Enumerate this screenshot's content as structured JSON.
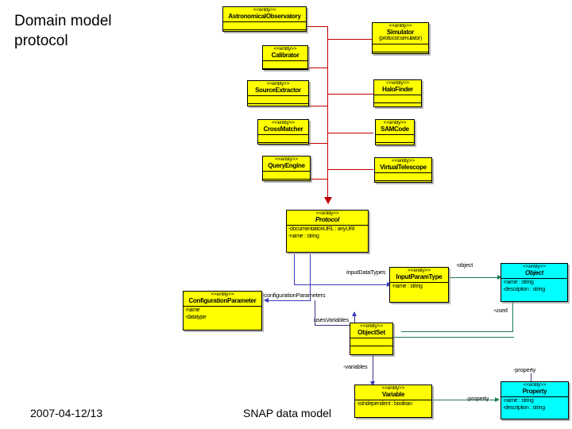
{
  "slide": {
    "title": "Domain model\nprotocol",
    "footer": {
      "date": "2007-04-12/13",
      "center": "SNAP data model"
    },
    "colors": {
      "entity_fill": "#ffff00",
      "object_fill": "#00ffff",
      "generalization_line": "#c00000",
      "association_line": "#3b3bbd",
      "green_line": "#1f7a54",
      "border": "#000000",
      "background": "#ffffff"
    }
  },
  "classes": [
    {
      "id": "astronomical-observatory",
      "stereotype": "<<entity>>",
      "name": "AstronomicalObservatory",
      "subname": "",
      "attributes": "",
      "fill": "#ffff00",
      "empty_compartments": 2
    },
    {
      "id": "calibrator",
      "stereotype": "<<entity>>",
      "name": "Calibrator",
      "subname": "",
      "attributes": "",
      "fill": "#ffff00",
      "empty_compartments": 2
    },
    {
      "id": "source-extractor",
      "stereotype": "<<entity>>",
      "name": "SourceExtractor",
      "subname": "",
      "attributes": "",
      "fill": "#ffff00",
      "empty_compartments": 2
    },
    {
      "id": "cross-matcher",
      "stereotype": "<<entity>>",
      "name": "CrossMatcher",
      "subname": "",
      "attributes": "",
      "fill": "#ffff00",
      "empty_compartments": 2
    },
    {
      "id": "query-engine",
      "stereotype": "<<entity>>",
      "name": "QueryEngine",
      "subname": "",
      "attributes": "",
      "fill": "#ffff00",
      "empty_compartments": 2
    },
    {
      "id": "simulator",
      "stereotype": "<<entity>>",
      "name": "Simulator",
      "subname": "(protocol:simulator)",
      "attributes": "",
      "fill": "#ffff00",
      "empty_compartments": 2
    },
    {
      "id": "halo-finder",
      "stereotype": "<<entity>>",
      "name": "HaloFinder",
      "subname": "",
      "attributes": "",
      "fill": "#ffff00",
      "empty_compartments": 2
    },
    {
      "id": "sam-code",
      "stereotype": "<<entity>>",
      "name": "SAMCode",
      "subname": "",
      "attributes": "",
      "fill": "#ffff00",
      "empty_compartments": 2
    },
    {
      "id": "virtual-telescope",
      "stereotype": "<<entity>>",
      "name": "VirtualTelescope",
      "subname": "",
      "attributes": "",
      "fill": "#ffff00",
      "empty_compartments": 2
    },
    {
      "id": "protocol",
      "stereotype": "<<entity>>",
      "name": "Protocol",
      "subname": "",
      "attributes": "-documentationURL : anyURI\n-name : string",
      "fill": "#ffff00",
      "empty_compartments": 0
    },
    {
      "id": "configuration-parameter",
      "stereotype": "<<entity>>",
      "name": "ConfigurationParameter",
      "subname": "",
      "attributes": "-name\n-datatype",
      "fill": "#ffff00",
      "empty_compartments": 0
    },
    {
      "id": "input-param-type",
      "stereotype": "<<entity>>",
      "name": "InputParamType",
      "subname": "",
      "attributes": "-name : string",
      "fill": "#ffff00",
      "empty_compartments": 0
    },
    {
      "id": "object",
      "stereotype": "<<entity>>",
      "name": "Object",
      "subname": "",
      "attributes": "-name : string\n-description : string",
      "fill": "#00ffff",
      "empty_compartments": 0
    },
    {
      "id": "object-set",
      "stereotype": "<<entity>>",
      "name": "ObjectSet",
      "subname": "",
      "attributes": "",
      "fill": "#ffff00",
      "empty_compartments": 2
    },
    {
      "id": "variable",
      "stereotype": "<<entity>>",
      "name": "Variable",
      "subname": "",
      "attributes": "-isIndependent : boolean",
      "fill": "#ffff00",
      "empty_compartments": 0
    },
    {
      "id": "property",
      "stereotype": "<<entity>>",
      "name": "Property",
      "subname": "",
      "attributes": "-name : string\n-description : string",
      "fill": "#00ffff",
      "empty_compartments": 0
    }
  ],
  "edge_labels": [
    {
      "id": "input-data-types",
      "text": "inputDataTypes"
    },
    {
      "id": "configuration-parameters",
      "text": "-configurationParameters"
    },
    {
      "id": "uses-variables",
      "text": "usesVariables"
    },
    {
      "id": "variables",
      "text": "-variables"
    },
    {
      "id": "object",
      "text": "-object"
    },
    {
      "id": "used",
      "text": "-used"
    },
    {
      "id": "property",
      "text": "-property"
    },
    {
      "id": "property-right",
      "text": "-property"
    }
  ]
}
